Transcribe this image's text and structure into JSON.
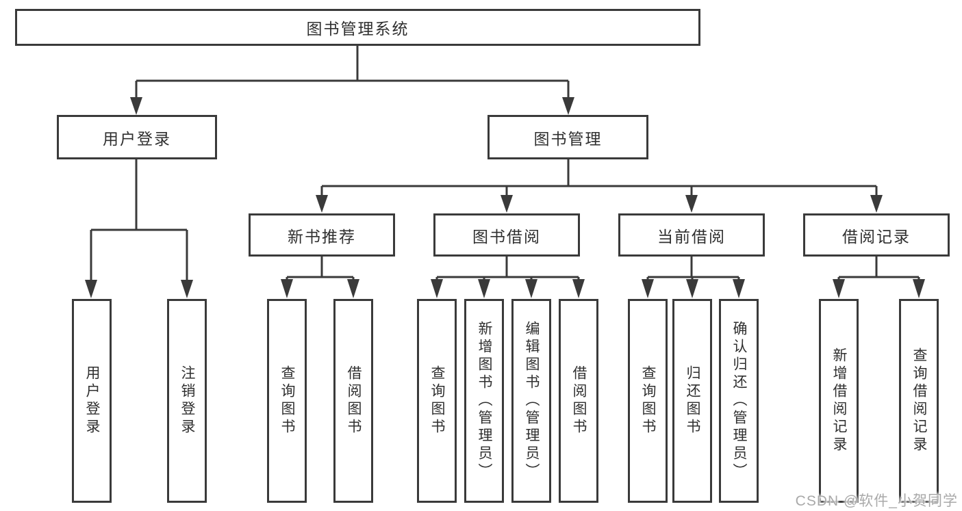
{
  "meta": {
    "diagram_type": "hierarchy-tree",
    "background": "#ffffff",
    "line_color": "#3a3a3a",
    "text_color": "#2f2f2f",
    "watermark_color": "#a9a9a9"
  },
  "tree": {
    "label": "图书管理系统",
    "children": [
      {
        "label": "用户登录",
        "children": [
          {
            "label": "用户登录"
          },
          {
            "label": "注销登录"
          }
        ]
      },
      {
        "label": "图书管理",
        "children": [
          {
            "label": "新书推荐",
            "children": [
              {
                "label": "查询图书"
              },
              {
                "label": "借阅图书"
              }
            ]
          },
          {
            "label": "图书借阅",
            "children": [
              {
                "label": "查询图书"
              },
              {
                "label": "新增图书（管理员）"
              },
              {
                "label": "编辑图书（管理员）"
              },
              {
                "label": "借阅图书"
              }
            ]
          },
          {
            "label": "当前借阅",
            "children": [
              {
                "label": "查询图书"
              },
              {
                "label": "归还图书"
              },
              {
                "label": "确认归还（管理员）"
              }
            ]
          },
          {
            "label": "借阅记录",
            "children": [
              {
                "label": "新增借阅记录"
              },
              {
                "label": "查询借阅记录"
              }
            ]
          }
        ]
      }
    ]
  },
  "watermark": {
    "text": "CSDN @软件_小贺同学"
  }
}
